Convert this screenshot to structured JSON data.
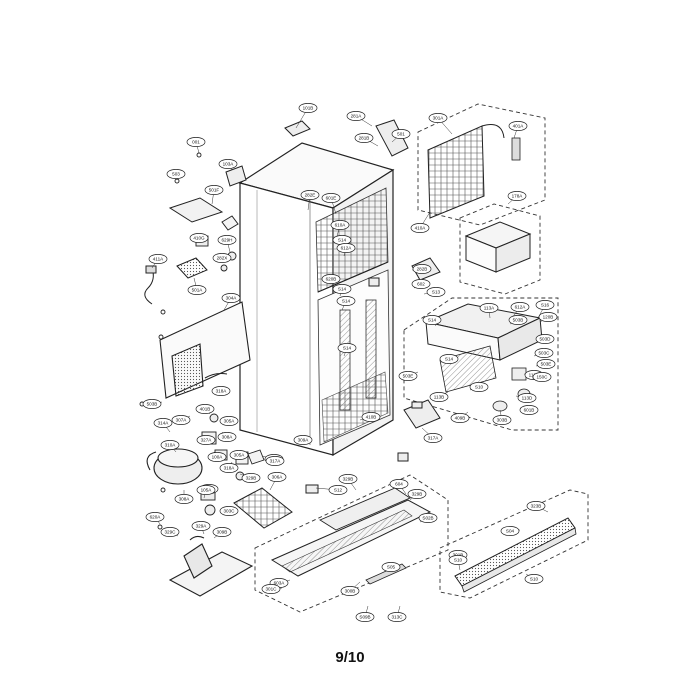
{
  "page": {
    "page_number": "9/10"
  },
  "callouts": [
    "101B",
    "281A",
    "301A",
    "401A",
    "001",
    "281B",
    "501",
    "503",
    "103A",
    "501F",
    "178A",
    "282E",
    "601E",
    "410G",
    "629H",
    "610A",
    "410A",
    "S14",
    "282X",
    "612A",
    "411A",
    "282B",
    "602",
    "S13",
    "501A",
    "620B",
    "S14",
    "S14",
    "S16",
    "120B",
    "304A",
    "113A",
    "612A",
    "503B",
    "S14",
    "503D",
    "S14",
    "503C",
    "S14",
    "503E",
    "113C",
    "503E",
    "150C",
    "S10",
    "113B",
    "113D",
    "409B",
    "303B",
    "601B",
    "410B",
    "503B",
    "318A",
    "401B",
    "317A",
    "305A",
    "307A",
    "327A",
    "308A",
    "310A",
    "305A",
    "309A",
    "318A",
    "100A",
    "314A",
    "310A",
    "317A",
    "620A",
    "329B",
    "308A",
    "306A",
    "S12",
    "323B",
    "105A",
    "303C",
    "620A",
    "329C",
    "329A",
    "309B",
    "329B",
    "604",
    "329B",
    "S02B",
    "S04",
    "301B",
    "603A",
    "301C",
    "S05",
    "300B",
    "S10",
    "S10",
    "S09B",
    "313C"
  ]
}
